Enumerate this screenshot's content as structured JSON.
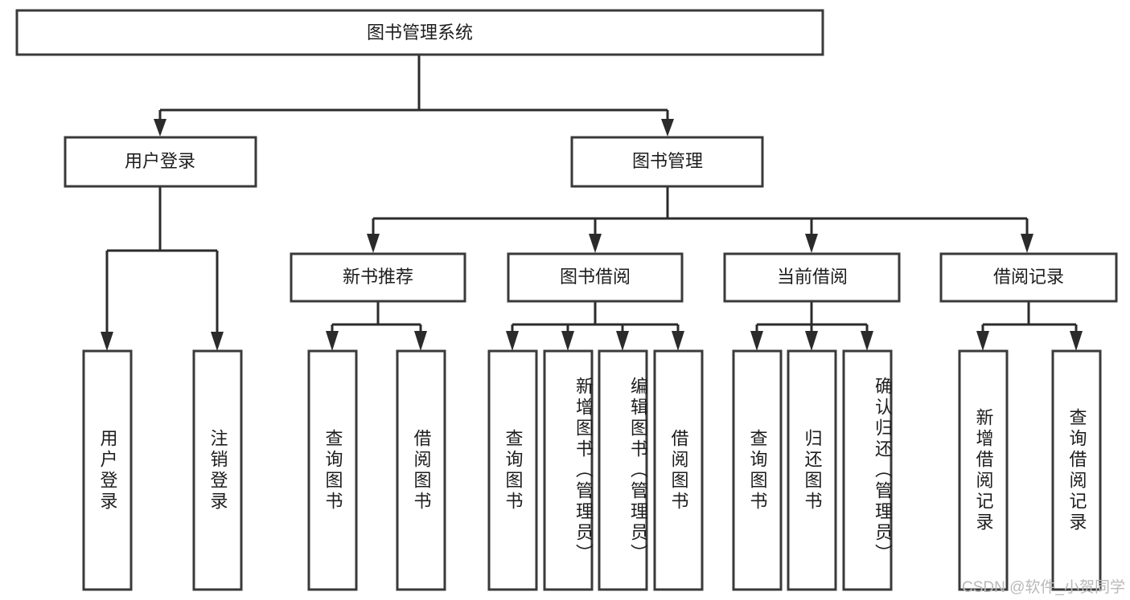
{
  "diagram": {
    "type": "tree",
    "title": "图书管理系统",
    "orientation": "top-down",
    "levels": 4,
    "root": {
      "id": "root",
      "label": "图书管理系统",
      "label_orientation": "horizontal"
    },
    "level1": [
      {
        "id": "user-login",
        "label": "用户登录",
        "label_orientation": "horizontal"
      },
      {
        "id": "book-management",
        "label": "图书管理",
        "label_orientation": "horizontal"
      }
    ],
    "level2": [
      {
        "id": "new-book-recommend",
        "label": "新书推荐",
        "parent": "book-management",
        "label_orientation": "horizontal"
      },
      {
        "id": "book-borrow",
        "label": "图书借阅",
        "parent": "book-management",
        "label_orientation": "horizontal"
      },
      {
        "id": "current-borrow",
        "label": "当前借阅",
        "parent": "book-management",
        "label_orientation": "horizontal"
      },
      {
        "id": "borrow-record",
        "label": "借阅记录",
        "parent": "book-management",
        "label_orientation": "horizontal"
      }
    ],
    "leaves": [
      {
        "id": "leaf-user-login",
        "label": "用户登录",
        "parent": "user-login",
        "label_orientation": "vertical"
      },
      {
        "id": "leaf-logout",
        "label": "注销登录",
        "parent": "user-login",
        "label_orientation": "vertical"
      },
      {
        "id": "leaf-query-book-1",
        "label": "查询图书",
        "parent": "new-book-recommend",
        "label_orientation": "vertical"
      },
      {
        "id": "leaf-borrow-book-1",
        "label": "借阅图书",
        "parent": "new-book-recommend",
        "label_orientation": "vertical"
      },
      {
        "id": "leaf-query-book-2",
        "label": "查询图书",
        "parent": "book-borrow",
        "label_orientation": "vertical"
      },
      {
        "id": "leaf-add-book",
        "label": "新增图书（管理员）",
        "parent": "book-borrow",
        "label_orientation": "vertical"
      },
      {
        "id": "leaf-edit-book",
        "label": "编辑图书（管理员）",
        "parent": "book-borrow",
        "label_orientation": "vertical"
      },
      {
        "id": "leaf-borrow-book-2",
        "label": "借阅图书",
        "parent": "book-borrow",
        "label_orientation": "vertical"
      },
      {
        "id": "leaf-query-book-3",
        "label": "查询图书",
        "parent": "current-borrow",
        "label_orientation": "vertical"
      },
      {
        "id": "leaf-return-book",
        "label": "归还图书",
        "parent": "current-borrow",
        "label_orientation": "vertical"
      },
      {
        "id": "leaf-confirm-return",
        "label": "确认归还（管理员）",
        "parent": "current-borrow",
        "label_orientation": "vertical"
      },
      {
        "id": "leaf-add-record",
        "label": "新增借阅记录",
        "parent": "borrow-record",
        "label_orientation": "vertical"
      },
      {
        "id": "leaf-query-record",
        "label": "查询借阅记录",
        "parent": "borrow-record",
        "label_orientation": "vertical"
      }
    ],
    "colors": {
      "box_stroke": "#3a3a3a",
      "box_fill": "#ffffff",
      "connector": "#2b2b2b",
      "text": "#1d1d1d",
      "background": "#ffffff",
      "watermark": "#b9b9b9"
    }
  },
  "watermark": {
    "text": "CSDN @软件_小贺同学"
  }
}
